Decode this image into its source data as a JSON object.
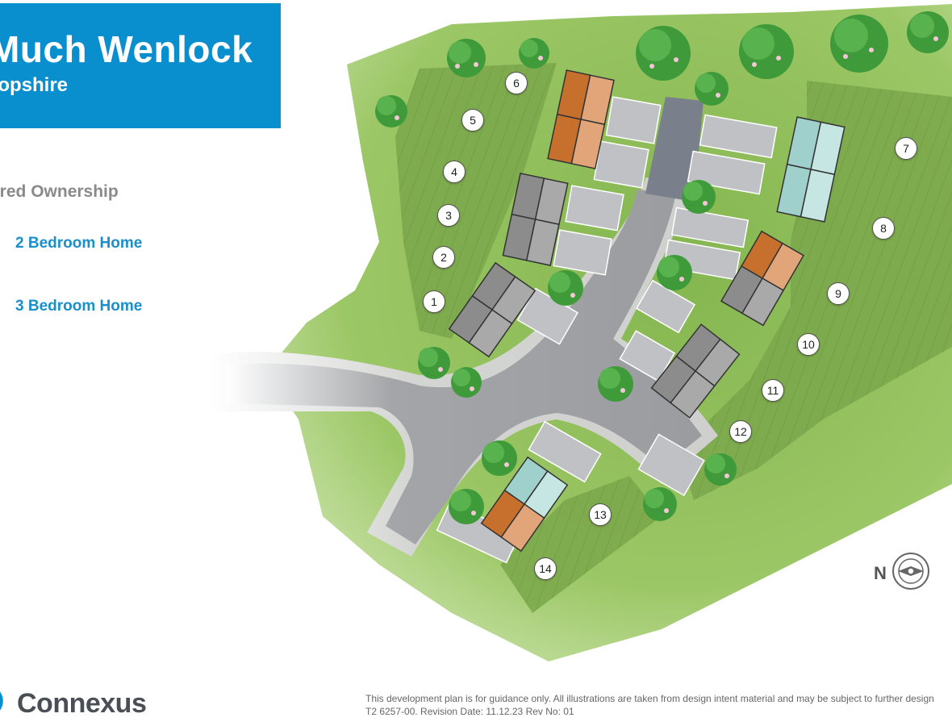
{
  "header": {
    "title": "Much Wenlock",
    "subtitle": "ropshire"
  },
  "legend": {
    "heading": "ared Ownership",
    "items": [
      {
        "label": "2 Bedroom Home",
        "color": "#2f8fca"
      },
      {
        "label": "3 Bedroom Home",
        "color": "#2f8fca"
      }
    ]
  },
  "plots": {
    "labels": [
      "1",
      "2",
      "3",
      "4",
      "5",
      "6",
      "7",
      "8",
      "9",
      "10",
      "11",
      "12",
      "13",
      "14"
    ]
  },
  "compass": {
    "label": "N",
    "icon": "north-compass-icon"
  },
  "colors": {
    "brand_blue": "#0a8fce",
    "grass": "#8dbb58",
    "road": "#9a9ca0",
    "house_grey": "#8c8c8c",
    "house_orange": "#c77130",
    "house_teal": "#9fd0cc"
  },
  "footer": {
    "brand": "Connexus",
    "disclaimer_line1": "This development plan is for guidance only. All illustrations are taken from design intent material and may be subject to further design",
    "disclaimer_line2": "T2 6257-00. Revision  Date: 11.12.23 Rev No: 01"
  }
}
